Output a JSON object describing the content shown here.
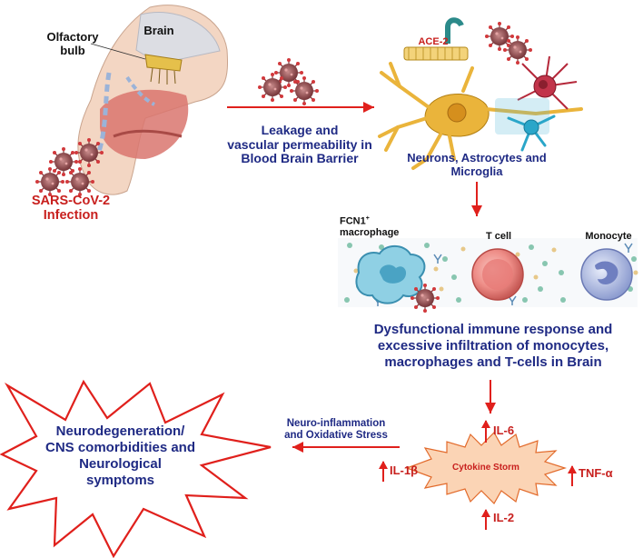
{
  "head": {
    "olfactory_label": "Olfactory bulb",
    "brain_label": "Brain",
    "infection_line1": "SARS-CoV-2",
    "infection_line2": "Infection"
  },
  "bbb": {
    "line1": "Leakage and",
    "line2": "vascular permeability in",
    "line3": "Blood Brain Barrier"
  },
  "neurons": {
    "ace2_label": "ACE-2",
    "caption_line1": "Neurons, Astrocytes and",
    "caption_line2": "Microglia"
  },
  "immune": {
    "macrophage_label_line1": "FCN1",
    "macrophage_sup": "+",
    "macrophage_label_line2": "macrophage",
    "tcell_label": "T cell",
    "monocyte_label": "Monocyte",
    "caption_line1": "Dysfunctional immune response and",
    "caption_line2": "excessive infiltration of monocytes,",
    "caption_line3": "macrophages and T-cells in Brain"
  },
  "storm": {
    "center_label": "Cytokine Storm",
    "il6": "IL-6",
    "il1b": "IL-1β",
    "tnfa": "TNF-α",
    "il2": "IL-2"
  },
  "neuroinflammation": {
    "line1": "Neuro-inflammation",
    "line2": "and Oxidative Stress"
  },
  "outcome": {
    "line1": "Neurodegeneration/",
    "line2": "CNS comorbidities and",
    "line3": "Neurological",
    "line4": "symptoms"
  },
  "colors": {
    "arrow": "#e0201c",
    "caption_navy": "#1f2a84",
    "label_red": "#c8201e",
    "neuron_gold": "#e8b535",
    "astrocyte_red": "#b5283a",
    "microglia_cyan": "#2aa6c9",
    "macrophage_blue": "#8fd0e4",
    "tcell_pink": "#f08a86",
    "monocyte_blue": "#b9c6ea",
    "virus": "#8a3b3e"
  }
}
